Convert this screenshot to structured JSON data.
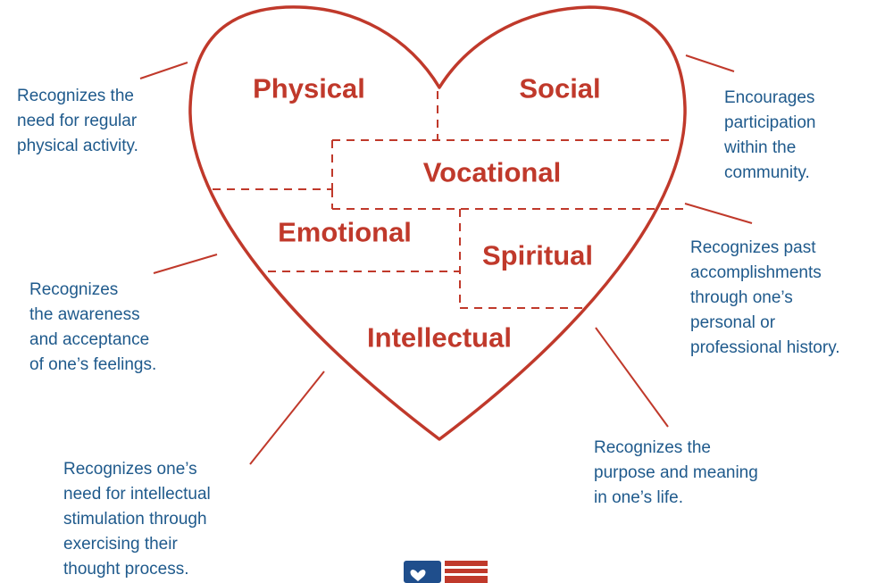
{
  "dimensions": {
    "physical": "Physical",
    "social": "Social",
    "vocational": "Vocational",
    "emotional": "Emotional",
    "spiritual": "Spiritual",
    "intellectual": "Intellectual"
  },
  "descriptions": {
    "physical": [
      "Recognizes the",
      "need for regular",
      "physical activity."
    ],
    "social": [
      "Encourages",
      "participation",
      "within the",
      "community."
    ],
    "vocational": [
      "Recognizes past",
      "accomplishments",
      "through one’s",
      "personal or",
      "professional history."
    ],
    "emotional": [
      "Recognizes",
      "the awareness",
      "and acceptance",
      "of one’s feelings."
    ],
    "intellectual": [
      "Recognizes one’s",
      "need for intellectual",
      "stimulation through",
      "exercising their",
      "thought process."
    ],
    "spiritual": [
      "Recognizes the",
      "purpose and meaning",
      "in one’s life."
    ]
  },
  "colors": {
    "heart_red": "#c0392b",
    "text_blue": "#1f5a8c",
    "logo_blue": "#1f4e8c"
  },
  "logo": {
    "icon": "heart-shield-logo-icon"
  }
}
